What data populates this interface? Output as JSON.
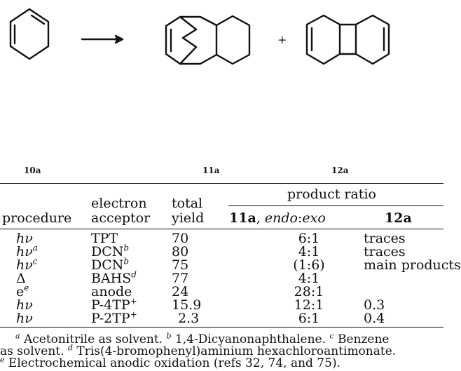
{
  "scheme": {
    "compounds": [
      "10a",
      "11a",
      "12a"
    ],
    "plus": "+"
  },
  "table": {
    "headers": {
      "procedure": "procedure",
      "electron": "electron",
      "acceptor": "acceptor",
      "total": "total",
      "yield": "yield",
      "product_ratio": "product ratio",
      "col_11a_bold": "11a",
      "col_11a_rest": ", ",
      "col_11a_endo": "endo",
      "col_11a_colon": ":",
      "col_11a_exo": "exo",
      "col_12a": "12a"
    },
    "rows": [
      {
        "procedure": "hν",
        "sup": "",
        "acceptor": "TPT",
        "asup": "",
        "yield": "70",
        "ratio_11a": "6:1",
        "ratio_12a": "traces"
      },
      {
        "procedure": "hν",
        "sup": "a",
        "acceptor": "DCN",
        "asup": "b",
        "yield": "80",
        "ratio_11a": "4:1",
        "ratio_12a": "traces"
      },
      {
        "procedure": "hν",
        "sup": "c",
        "acceptor": "DCN",
        "asup": "b",
        "yield": "75",
        "ratio_11a": "(1:6)",
        "ratio_12a": "main products"
      },
      {
        "procedure": "Δ",
        "sup": "",
        "acceptor": "BAHS",
        "asup": "d",
        "yield": "77",
        "ratio_11a": "4:1",
        "ratio_12a": ""
      },
      {
        "procedure": "e",
        "sup": "e",
        "acceptor": "anode",
        "asup": "",
        "yield": "24",
        "ratio_11a": "28:1",
        "ratio_12a": ""
      },
      {
        "procedure": "hν",
        "sup": "",
        "acceptor": "P-4TP",
        "asup": "+",
        "yield": "15.9",
        "ratio_11a": "12:1",
        "ratio_12a": "0.3"
      },
      {
        "procedure": "hν",
        "sup": "",
        "acceptor": "P-2TP",
        "asup": "+",
        "yield": "2.3",
        "ratio_11a": "6:1",
        "ratio_12a": "0.4"
      }
    ]
  },
  "footnotes": {
    "a_mark": "a",
    "a_text": " Acetonitrile as solvent. ",
    "b_mark": "b",
    "b_text": " 1,4-Dicyanonaphthalene. ",
    "c_mark": "c",
    "c_text": " Benzene",
    "line2_start": "as solvent. ",
    "d_mark": "d",
    "d_text": " Tris(4-bromophenyl)aminium hexachloroantimonate.",
    "e_mark": "e",
    "e_text": " Electrochemical anodic oxidation (refs 32, 74, and 75)."
  }
}
